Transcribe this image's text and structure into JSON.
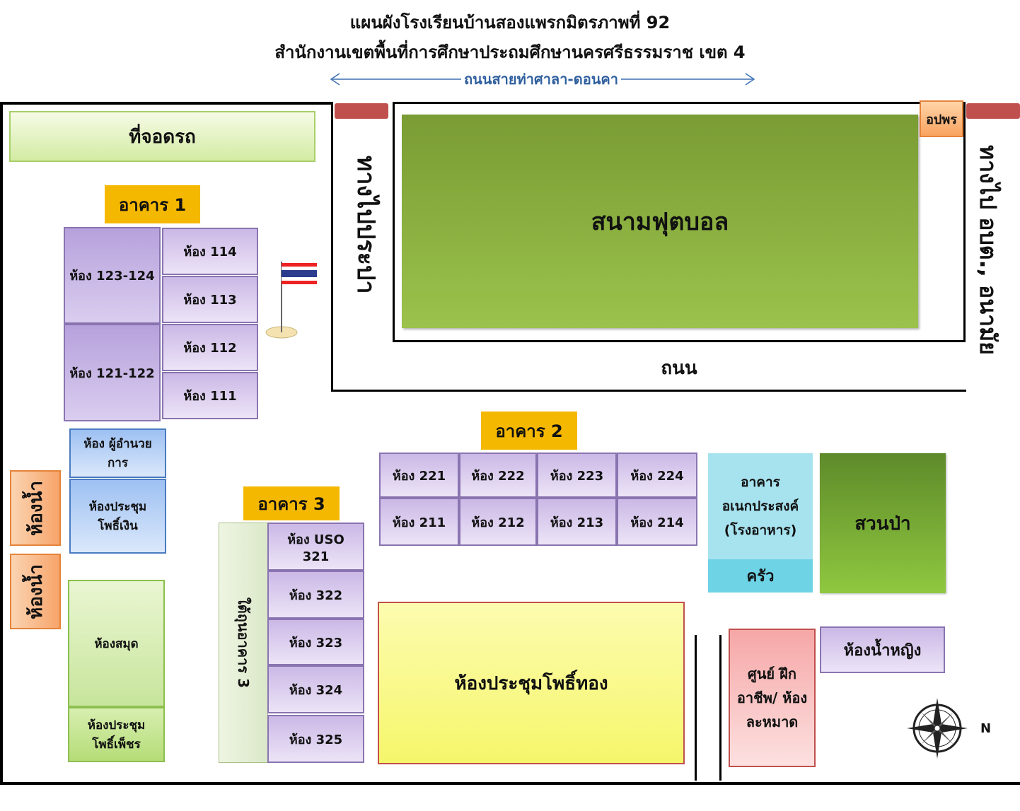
{
  "header": {
    "title_line1": "แผนผังโรงเรียนบ้านสองแพรกมิตรภาพที่ 92",
    "title_line2": "สำนักงานเขตพื้นที่การศึกษาประถมศึกษานครศรีธรรมราช เขต 4",
    "road_top": "ถนนสายท่าศาลา-ดอนคา"
  },
  "areas": {
    "parking": "ที่จอดรถ",
    "football_field": "สนามฟุตบอล",
    "road_bottom": "ถนน",
    "road_to_water_tank": "ทางไปประปา",
    "road_right": "ทางไป อบต., อนามัย",
    "civil_defense": "อปพร",
    "forest_garden": "สวนป่า",
    "kitchen": "ครัว",
    "canteen_building": "อาคาร อเนกประสงค์ (โรงอาหาร)"
  },
  "building1": {
    "label": "อาคาร 1",
    "rooms": [
      "ห้อง 123-124",
      "ห้อง 121-122",
      "ห้อง 114",
      "ห้อง 113",
      "ห้อง 112",
      "ห้อง 111"
    ]
  },
  "building2": {
    "label": "อาคาร 2",
    "rooms_upper": [
      "ห้อง 221",
      "ห้อง 222",
      "ห้อง 223",
      "ห้อง 224"
    ],
    "rooms_lower": [
      "ห้อง 211",
      "ห้อง 212",
      "ห้อง 213",
      "ห้อง 214"
    ]
  },
  "building3": {
    "label": "อาคาร 3",
    "under_label": "ใต้ถุนอาคาร 3",
    "rooms": [
      "ห้อง USO 321",
      "ห้อง 322",
      "ห้อง 323",
      "ห้อง 324",
      "ห้อง 325"
    ]
  },
  "rooms_other": {
    "director": "ห้อง ผู้อำนวยการ",
    "meeting_silver": "ห้องประชุม โพธิ์เงิน",
    "library": "ห้องสมุด",
    "meeting_diamond": "ห้องประชุม โพธิ์เพ็ชร",
    "restroom_1": "ห้องน้ำ",
    "restroom_2": "ห้องน้ำ",
    "meeting_gold": "ห้องประชุมโพธิ์ทอง",
    "vocational_center": "ศูนย์ ฝึกอาชีพ/ ห้องละหมาด",
    "women_restroom": "ห้องน้ำหญิง"
  },
  "compass": {
    "north_label": "N"
  },
  "colors": {
    "field_green": "#8ab63e",
    "building_label": "#f5b800",
    "room_purple": "#cbb8e6",
    "gate_red": "#c0504d"
  }
}
